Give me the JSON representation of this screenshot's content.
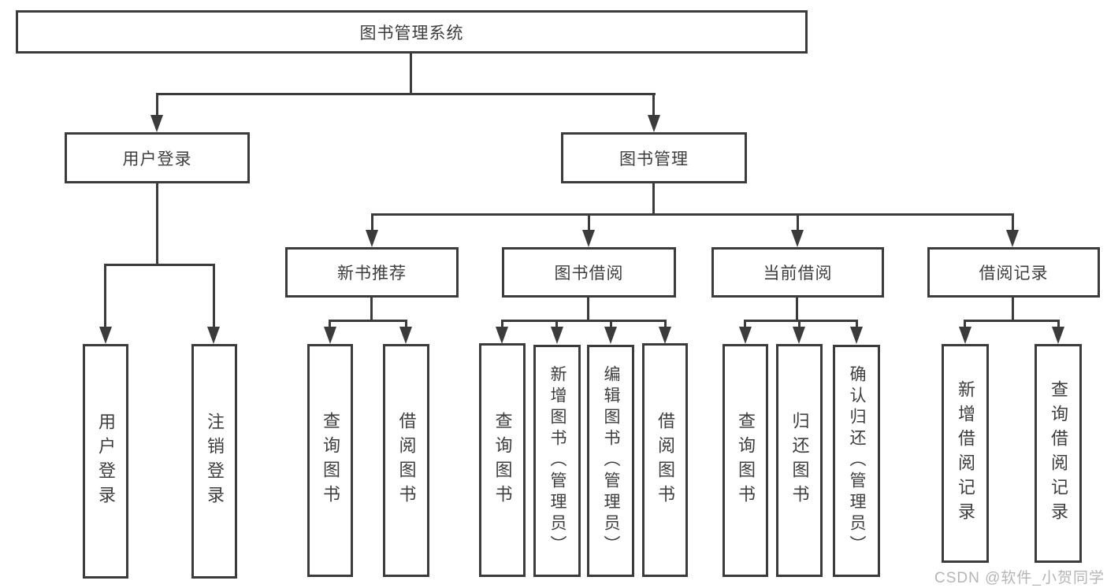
{
  "diagram": {
    "type": "hierarchy-tree",
    "tree": {
      "label": "图书管理系统",
      "children": [
        {
          "label": "用户登录",
          "children": [
            {
              "label": "用户登录"
            },
            {
              "label": "注销登录"
            }
          ]
        },
        {
          "label": "图书管理",
          "children": [
            {
              "label": "新书推荐",
              "children": [
                {
                  "label": "查询图书"
                },
                {
                  "label": "借阅图书"
                }
              ]
            },
            {
              "label": "图书借阅",
              "children": [
                {
                  "label": "查询图书"
                },
                {
                  "label": "新增图书（管理员）"
                },
                {
                  "label": "编辑图书（管理员）"
                },
                {
                  "label": "借阅图书"
                }
              ]
            },
            {
              "label": "当前借阅",
              "children": [
                {
                  "label": "查询图书"
                },
                {
                  "label": "归还图书"
                },
                {
                  "label": "确认归还（管理员）"
                }
              ]
            },
            {
              "label": "借阅记录",
              "children": [
                {
                  "label": "新增借阅记录"
                },
                {
                  "label": "查询借阅记录"
                }
              ]
            }
          ]
        }
      ]
    }
  },
  "watermark": {
    "text": "CSDN @软件_小贺同学"
  },
  "colors": {
    "line": "#3b3b3b",
    "text": "#3d3d3d",
    "box_fill": "#ffffff",
    "background": "#ffffff",
    "watermark": "#b5b5b5"
  }
}
